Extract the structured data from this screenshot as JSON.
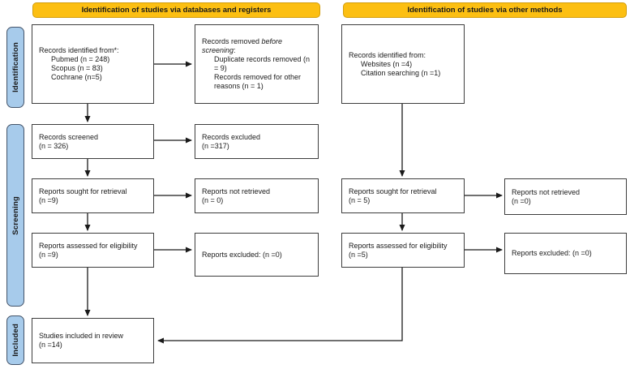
{
  "banners": {
    "databases": "Identification of studies via databases and registers",
    "other": "Identification of studies via other methods"
  },
  "sidebar": {
    "identification": "Identification",
    "screening": "Screening",
    "included": "Included"
  },
  "left_flow": {
    "records_identified": {
      "title": "Records identified from*:",
      "items": [
        "Pubmed (n = 248)",
        "Scopus (n = 83)",
        "Cochrane (n=5)"
      ]
    },
    "records_removed": {
      "prefix": "Records removed ",
      "italic": "before screening",
      "suffix": ":",
      "items": [
        "Duplicate records removed (n = 9)",
        "Records removed for other reasons (n = 1)"
      ]
    },
    "records_screened": {
      "line1": "Records screened",
      "line2": "(n = 326)"
    },
    "records_excluded": {
      "line1": "Records excluded",
      "line2": "(n =317)"
    },
    "reports_sought": {
      "line1": "Reports sought for retrieval",
      "line2": "(n =9)"
    },
    "reports_not_retrieved": {
      "line1": "Reports not retrieved",
      "line2": "(n = 0)"
    },
    "reports_assessed": {
      "line1": "Reports assessed for eligibility",
      "line2": "(n =9)"
    },
    "reports_excluded": {
      "line1": "Reports excluded: (n =0)"
    },
    "studies_included": {
      "line1": "Studies included in review",
      "line2": "(n =14)"
    }
  },
  "right_flow": {
    "records_identified": {
      "title": "Records identified from:",
      "items": [
        "Websites (n =4)",
        "Citation searching (n =1)"
      ]
    },
    "reports_sought": {
      "line1": "Reports sought for retrieval",
      "line2": "(n = 5)"
    },
    "reports_not_retrieved": {
      "line1": "Reports not retrieved",
      "line2": "(n =0)"
    },
    "reports_assessed": {
      "line1": "Reports assessed for eligibility",
      "line2": "(n =5)"
    },
    "reports_excluded": {
      "line1": "Reports excluded: (n =0)"
    }
  },
  "colors": {
    "banner": "#FCBF12",
    "banner_border": "#D29D0B",
    "sidebar": "#A7CBEB",
    "sidebar_border": "#44546A",
    "box_border": "#3D3D3D",
    "arrow": "#1A1A1A",
    "text": "#1A1A1A"
  }
}
